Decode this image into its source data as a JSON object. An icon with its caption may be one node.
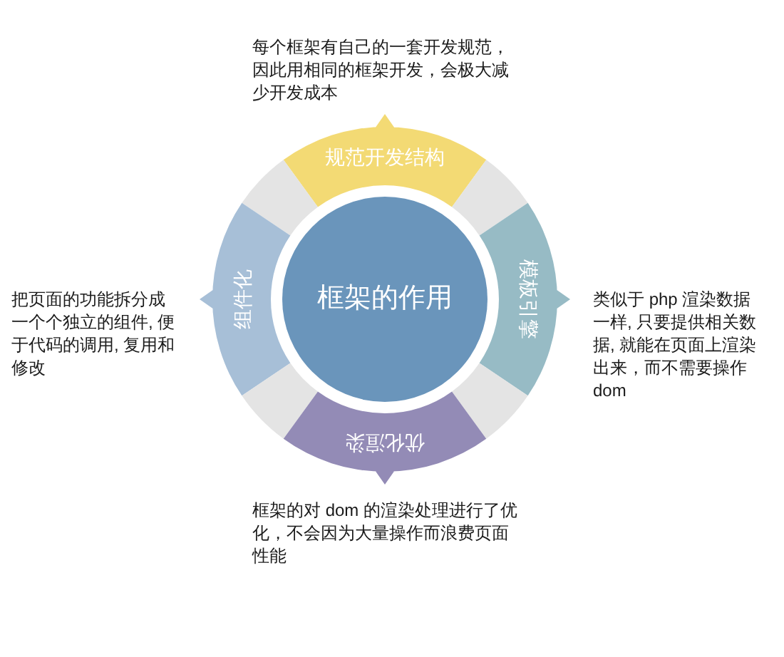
{
  "diagram": {
    "nodes": [
      {
        "text": [
          "规范开发结构"
        ],
        "beside": [
          "每个框架有自己的一套开发规范，因此用相同的框架开发，会极大减少开发成本"
        ]
      },
      {
        "text": [],
        "shape": "arc"
      },
      {
        "text": [],
        "shape": "arc"
      },
      {
        "text": [
          "组件化"
        ],
        "beside": [
          "把页面的功能拆分成一个个独立的组件, 便于代码的调用, 复用和修改"
        ]
      },
      {
        "text": [
          "框架的作用"
        ]
      },
      {
        "text": [
          "模板引擎"
        ],
        "beside": [
          "类似于 php 渲染数据一样, 只要提供相关数据, 就能在页面上渲染出来，而不需要操作 dom"
        ]
      },
      {
        "text": [],
        "shape": "arc"
      },
      {
        "text": [],
        "shape": "arc"
      },
      {
        "text": [
          "优化渲染"
        ],
        "beside": [
          "框架的对 dom 的渲染处理进行了优化，不会因为大量操作而浪费页面性能"
        ]
      }
    ]
  }
}
